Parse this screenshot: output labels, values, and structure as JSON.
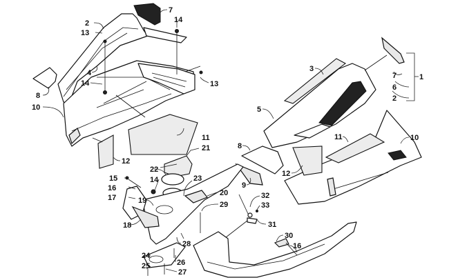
{
  "diagram": {
    "title": "Hood and skid plate exploded parts diagram",
    "callouts": [
      {
        "id": "c1",
        "label": "1"
      },
      {
        "id": "c2a",
        "label": "2"
      },
      {
        "id": "c2b",
        "label": "2"
      },
      {
        "id": "c3",
        "label": "3"
      },
      {
        "id": "c4",
        "label": "4"
      },
      {
        "id": "c5",
        "label": "5"
      },
      {
        "id": "c6",
        "label": "6"
      },
      {
        "id": "c7a",
        "label": "7"
      },
      {
        "id": "c7b",
        "label": "7"
      },
      {
        "id": "c8a",
        "label": "8"
      },
      {
        "id": "c8b",
        "label": "8"
      },
      {
        "id": "c9",
        "label": "9"
      },
      {
        "id": "c10a",
        "label": "10"
      },
      {
        "id": "c10b",
        "label": "10"
      },
      {
        "id": "c11a",
        "label": "11"
      },
      {
        "id": "c11b",
        "label": "11"
      },
      {
        "id": "c12a",
        "label": "12"
      },
      {
        "id": "c12b",
        "label": "12"
      },
      {
        "id": "c13a",
        "label": "13"
      },
      {
        "id": "c13b",
        "label": "13"
      },
      {
        "id": "c14a",
        "label": "14"
      },
      {
        "id": "c14b",
        "label": "14"
      },
      {
        "id": "c14c",
        "label": "14"
      },
      {
        "id": "c15",
        "label": "15"
      },
      {
        "id": "c16a",
        "label": "16"
      },
      {
        "id": "c16b",
        "label": "16"
      },
      {
        "id": "c17",
        "label": "17"
      },
      {
        "id": "c18",
        "label": "18"
      },
      {
        "id": "c19",
        "label": "19"
      },
      {
        "id": "c20",
        "label": "20"
      },
      {
        "id": "c21",
        "label": "21"
      },
      {
        "id": "c22",
        "label": "22"
      },
      {
        "id": "c23",
        "label": "23"
      },
      {
        "id": "c24",
        "label": "24"
      },
      {
        "id": "c25",
        "label": "25"
      },
      {
        "id": "c26",
        "label": "26"
      },
      {
        "id": "c27",
        "label": "27"
      },
      {
        "id": "c28",
        "label": "28"
      },
      {
        "id": "c29",
        "label": "29"
      },
      {
        "id": "c30",
        "label": "30"
      },
      {
        "id": "c31",
        "label": "31"
      },
      {
        "id": "c32",
        "label": "32"
      },
      {
        "id": "c33",
        "label": "33"
      }
    ]
  }
}
